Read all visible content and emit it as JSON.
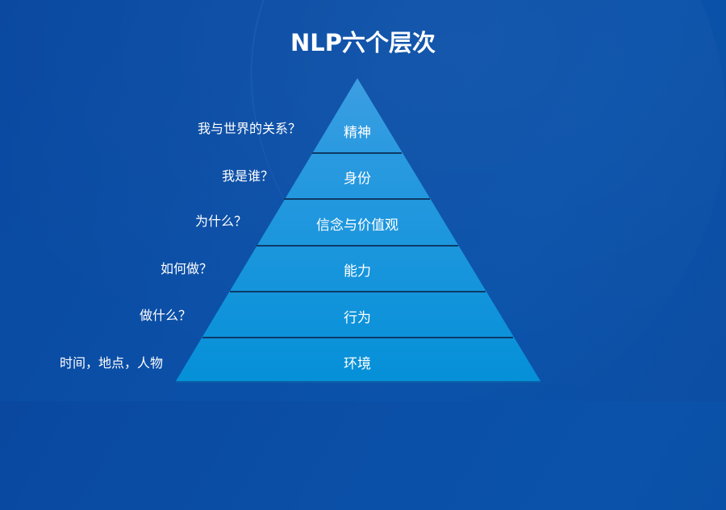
{
  "title": "NLP六个层次",
  "colors": {
    "background": "#0a4ca4",
    "pyramid_top": "#3a9be0",
    "pyramid_bottom": "#0592da",
    "divider": "#0d3a66",
    "text": "#ffffff"
  },
  "levels": [
    {
      "label": "精神",
      "question": "我与世界的关系？"
    },
    {
      "label": "身份",
      "question": "我是谁？"
    },
    {
      "label": "信念与价值观",
      "question": "为什么？"
    },
    {
      "label": "能力",
      "question": "如何做？"
    },
    {
      "label": "行为",
      "question": "做什么？"
    },
    {
      "label": "环境",
      "question": "时间，地点，人物"
    }
  ]
}
